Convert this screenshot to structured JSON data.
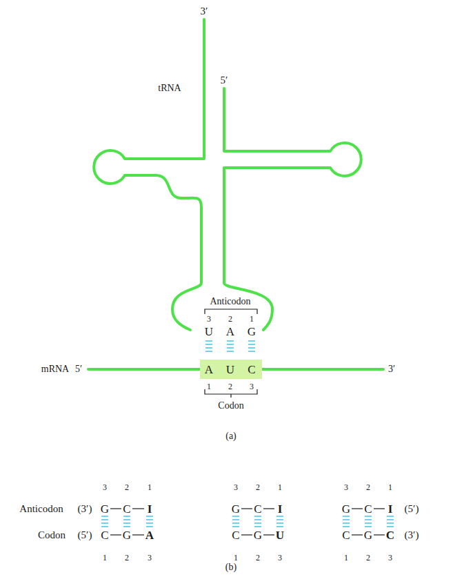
{
  "diagram": {
    "nodes": [
      {
        "text": [
          "A",
          "U",
          "C"
        ]
      }
    ],
    "labels": [
      "3′",
      "5′",
      "tRNA",
      "Anticodon",
      "3",
      "2",
      "1",
      "U",
      "A",
      "G",
      "mRNA",
      "5′",
      "3′",
      "1",
      "2",
      "3",
      "Codon",
      "(a)",
      "3",
      "2",
      "1",
      "3",
      "2",
      "1",
      "3",
      "2",
      "1",
      "Anticodon",
      "(3′)",
      "G",
      "C",
      "I",
      "G",
      "C",
      "I",
      "G",
      "C",
      "I",
      "(5′)",
      "Codon",
      "(5′)",
      "C",
      "G",
      "A",
      "C",
      "G",
      "U",
      "C",
      "G",
      "C",
      "(3′)",
      "1",
      "2",
      "3",
      "1",
      "2",
      "3",
      "1",
      "2",
      "3",
      "(b)"
    ]
  }
}
